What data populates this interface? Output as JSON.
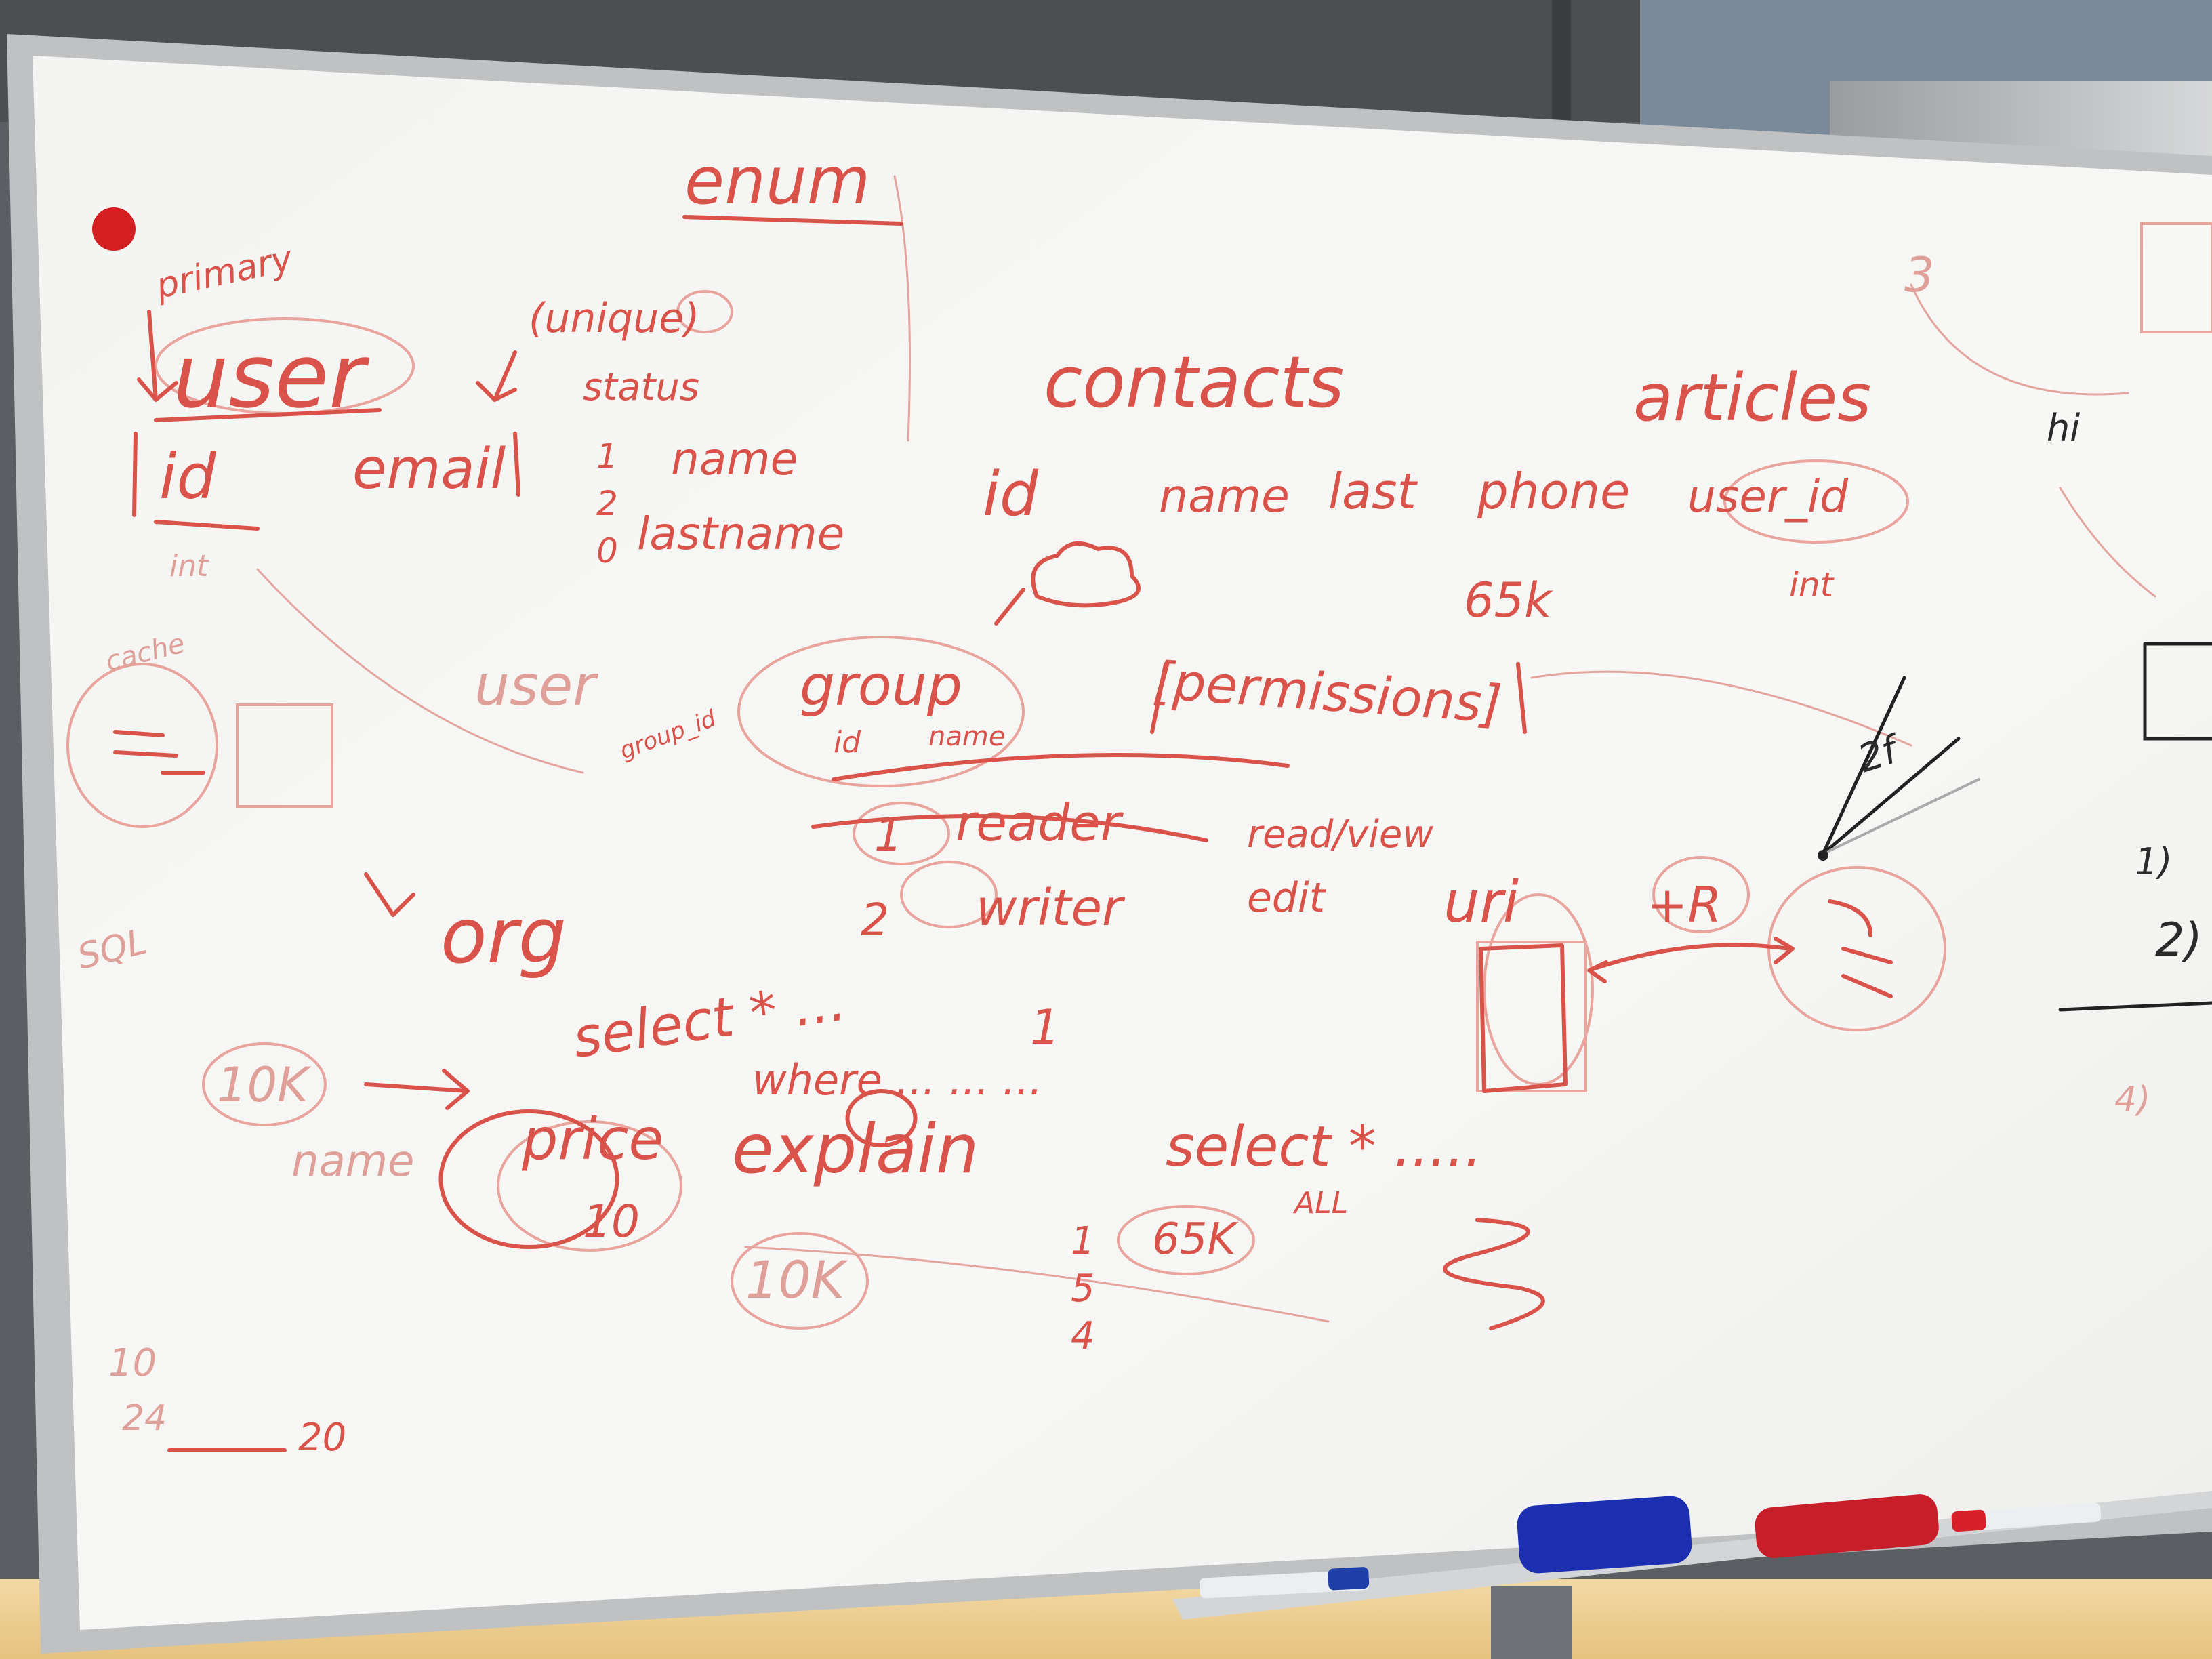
{
  "whiteboard": {
    "ink_color": "#d9534a",
    "erase_ghost_color": "#e8a49d",
    "black_ink_color": "#222222",
    "top_left": {
      "heading": "enum",
      "primary": "primary",
      "user": "user",
      "unique": "(unique)",
      "status": "status",
      "id": "id",
      "email": "email",
      "int": "int",
      "enum_values": [
        "1",
        "2",
        "0"
      ],
      "enum_labels": [
        "name",
        "lastname"
      ]
    },
    "contacts_block": {
      "title": "contacts",
      "columns": [
        "id",
        "name",
        "last",
        "phone"
      ],
      "size": "65k"
    },
    "articles_block": {
      "title": "articles",
      "column": "user_id",
      "type": "int"
    },
    "groups": {
      "user": "user",
      "group_id": "group_id",
      "group": "group",
      "id": "id",
      "name": "name",
      "permissions": "[permissions]"
    },
    "roles": {
      "reader_num": "1",
      "reader": "reader",
      "writer_num": "2",
      "writer": "writer",
      "read_view": "read/view",
      "edit": "edit",
      "uri": "uri",
      "plus_r": "+R"
    },
    "queries": {
      "org": "org",
      "select_1": "select * ...",
      "where_1": "where ... ... ...",
      "one": "1",
      "explain": "explain",
      "select_2": "select * .....",
      "all": "ALL",
      "count_65k": "65K",
      "count_10k": "10K",
      "count_10k_left": "10K",
      "price": "price",
      "price_val": "10",
      "name": "name",
      "vals": [
        "1",
        "5",
        "4"
      ]
    },
    "left_margin": {
      "cache": "cache",
      "sql": "SQL",
      "n_10": "10",
      "n_24": "24",
      "n_20": "20"
    },
    "right_edge": {
      "n3": "3",
      "hi": "hi",
      "two_f": "2f",
      "one_x": "1)",
      "two_x": "2)",
      "four_x": "4)"
    },
    "tray": {
      "eraser_blue": "#1b2fb0",
      "eraser_red": "#c81e2a",
      "marker_left_cap": "#1f3fa8",
      "marker_right_cap": "#d8202a"
    }
  }
}
